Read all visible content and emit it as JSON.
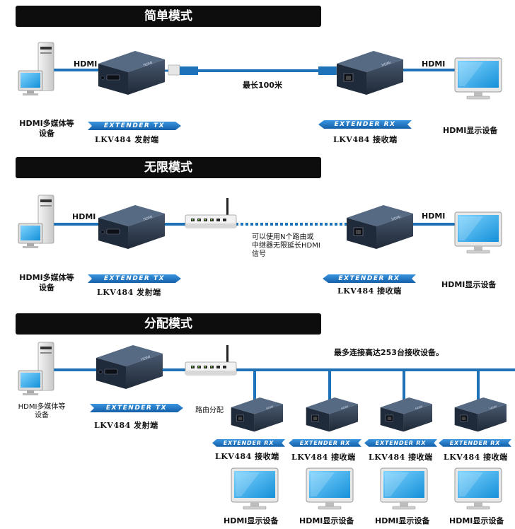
{
  "sections": [
    {
      "title": "简单模式"
    },
    {
      "title": "无限模式"
    },
    {
      "title": "分配模式"
    }
  ],
  "labels": {
    "hdmi": "HDMI",
    "source": "HDMI多媒体等\n设备",
    "display": "HDMI显示设备",
    "tx_model": "LKV484 发射端",
    "rx_model": "LKV484 接收端",
    "max_distance": "最长100米",
    "repeater_note": "可以使用N个路由或\n中继器无限延长HDMI\n信号",
    "router": "路由分配",
    "max_receivers": "最多连接高达253台接收设备。"
  },
  "banners": {
    "tx": "EXTENDER TX",
    "rx": "EXTENDER RX"
  },
  "colors": {
    "cable": "#1e73b8",
    "section_bar": "#0d0d0d",
    "banner": "#1e78c8",
    "device_body": "#2f3c4f",
    "screen": "#1aa8e8"
  }
}
